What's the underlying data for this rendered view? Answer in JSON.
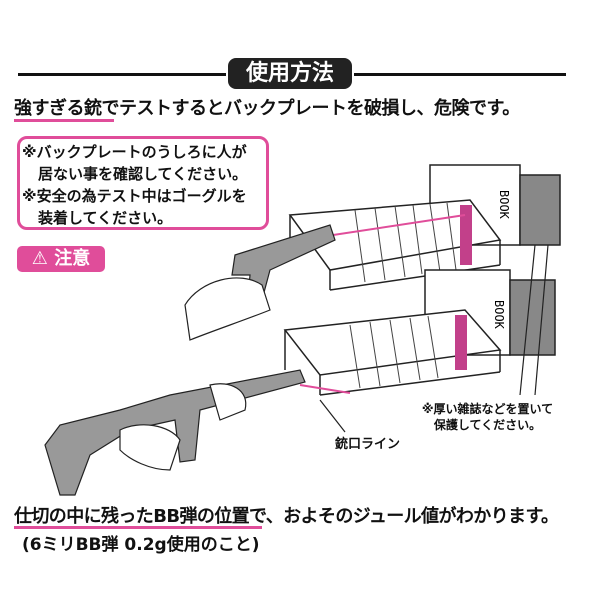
{
  "title": "使用方法",
  "headline": "強すぎる銃でテストするとバックプレートを破損し、危険です。",
  "warning_box": {
    "lines": [
      "※バックプレートのうしろに人が",
      "居ない事を確認してください。",
      "※安全の為テスト中はゴーグルを",
      "装着してください。"
    ]
  },
  "caution_badge": {
    "icon": "warning-triangle-icon",
    "label": "注意"
  },
  "illustration": {
    "book_label": "BOOK",
    "muzzle_line_label": "銃口ライン",
    "magazine_note": [
      "※厚い雑誌などを置いて",
      "保護してください。"
    ]
  },
  "bottom": {
    "line1": "仕切の中に残ったBB弾の位置で、およそのジュール値がわかります。",
    "line2": "(6ミリBB弾 0.2g使用のこと)"
  },
  "colors": {
    "accent": "#e04d9a",
    "dark": "#222222"
  }
}
